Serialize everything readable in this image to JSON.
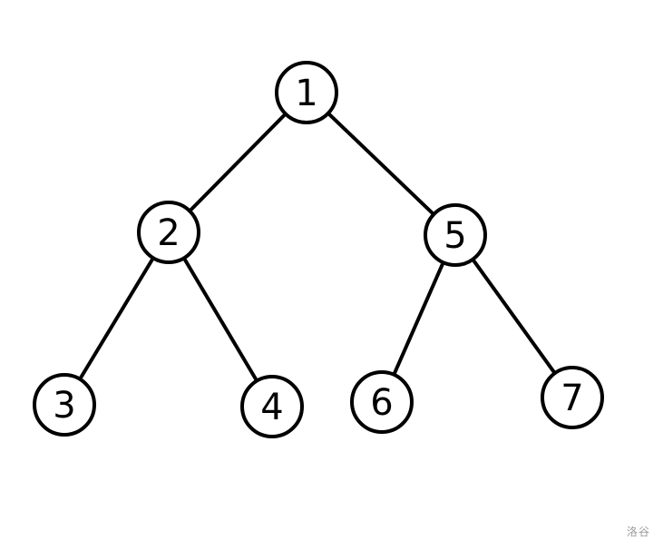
{
  "diagram": {
    "type": "binary-tree",
    "nodes": [
      {
        "id": "1",
        "label": "1"
      },
      {
        "id": "2",
        "label": "2"
      },
      {
        "id": "5",
        "label": "5"
      },
      {
        "id": "3",
        "label": "3"
      },
      {
        "id": "4",
        "label": "4"
      },
      {
        "id": "6",
        "label": "6"
      },
      {
        "id": "7",
        "label": "7"
      }
    ],
    "edges": [
      {
        "from": "1",
        "to": "2"
      },
      {
        "from": "1",
        "to": "5"
      },
      {
        "from": "2",
        "to": "3"
      },
      {
        "from": "2",
        "to": "4"
      },
      {
        "from": "5",
        "to": "6"
      },
      {
        "from": "5",
        "to": "7"
      }
    ]
  },
  "watermark": "洛谷",
  "colors": {
    "stroke": "#000000",
    "fill": "#ffffff",
    "watermark": "#9a9a9a"
  }
}
